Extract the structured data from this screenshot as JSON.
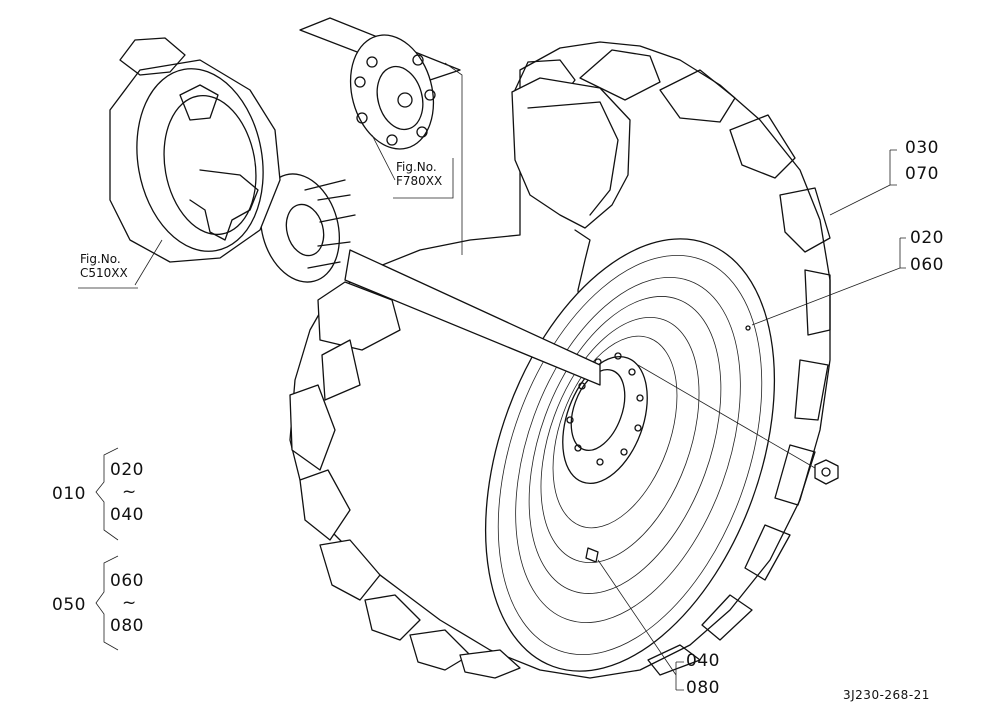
{
  "figure_refs": {
    "fig1": {
      "label": "Fig.No.",
      "code": "C510XX"
    },
    "fig2": {
      "label": "Fig.No.",
      "code": "F780XX"
    }
  },
  "callouts": {
    "top_right_a": "030",
    "top_right_b": "070",
    "mid_right_a": "020",
    "mid_right_b": "060",
    "bottom_a": "040",
    "bottom_b": "080"
  },
  "groups": [
    {
      "id": "010",
      "from": "020",
      "sep": "~",
      "to": "040"
    },
    {
      "id": "050",
      "from": "060",
      "sep": "~",
      "to": "080"
    }
  ],
  "drawing_code": "3J230-268-21"
}
